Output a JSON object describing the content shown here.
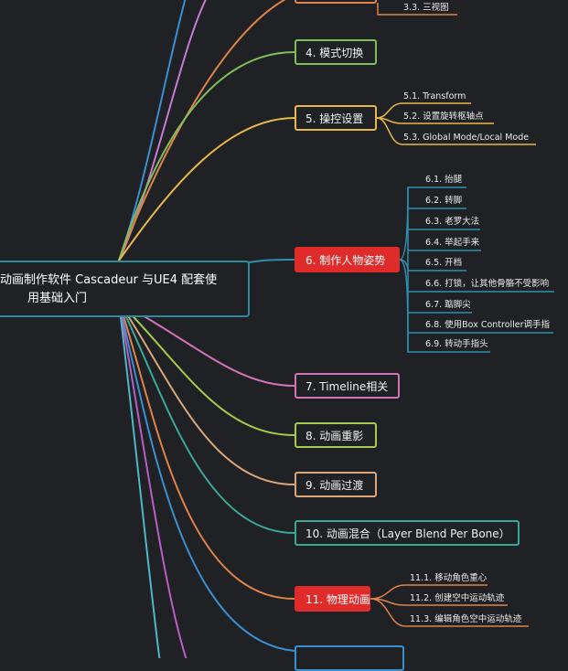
{
  "root": {
    "line1": "动画制作软件  Cascadeur 与UE4 配套使",
    "line2": "用基础入门"
  },
  "branches": [
    {
      "id": "b3",
      "label": "",
      "color": "#e0834a",
      "children": [
        "3.3. 三视图"
      ]
    },
    {
      "id": "b4",
      "label": "4. 模式切换",
      "color": "#7fbf5a",
      "children": []
    },
    {
      "id": "b5",
      "label": "5. 操控设置",
      "color": "#e8b84a",
      "children": [
        "5.1. Transform",
        "5.2. 设置旋转枢轴点",
        "5.3. Global Mode/Local Mode"
      ]
    },
    {
      "id": "b6",
      "label": "6. 制作人物姿势",
      "color": "#2e8fb0",
      "active": true,
      "children": [
        "6.1. 抬腿",
        "6.2. 转脚",
        "6.3. 老罗大法",
        "6.4. 举起手来",
        "6.5. 开档",
        "6.6. 打锁，让其他骨骼不受影响",
        "6.7. 踮脚尖",
        "6.8. 使用Box Controller调手指",
        "6.9. 转动手指头"
      ]
    },
    {
      "id": "b7",
      "label": "7. Timeline相关",
      "color": "#d273b8",
      "children": []
    },
    {
      "id": "b8",
      "label": "8. 动画重影",
      "color": "#a6c94e",
      "children": []
    },
    {
      "id": "b9",
      "label": "9. 动画过渡",
      "color": "#d9a77a",
      "children": []
    },
    {
      "id": "b10",
      "label": "10. 动画混合（Layer Blend Per Bone）",
      "color": "#3aa79a",
      "children": []
    },
    {
      "id": "b11",
      "label": "11. 物理动画",
      "color": "#e0834a",
      "active": true,
      "children": [
        "11.1. 移动角色重心",
        "11.2. 创建空中运动轨迹",
        "11.3. 编辑角色空中运动轨迹"
      ]
    },
    {
      "id": "b12",
      "label": "",
      "color": "#3a8fd0",
      "children": []
    }
  ]
}
